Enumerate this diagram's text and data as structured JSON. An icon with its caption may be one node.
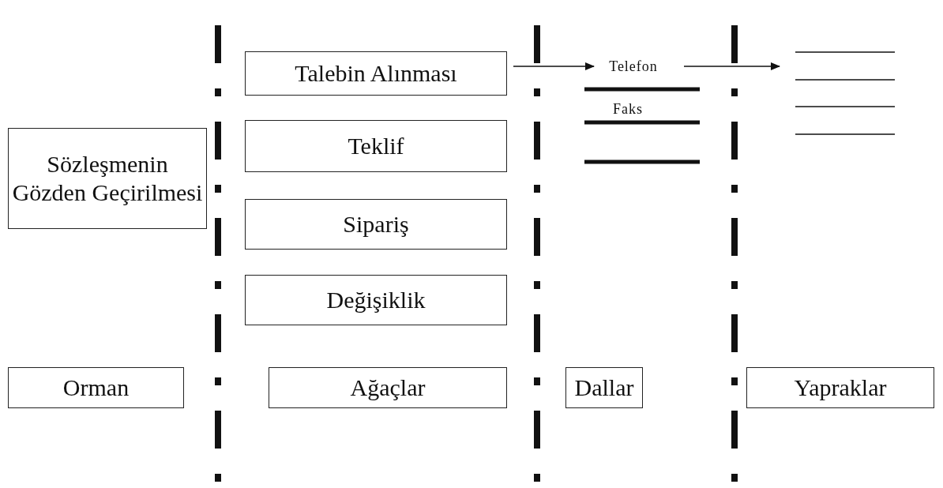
{
  "diagram": {
    "nodes": [
      {
        "text": [
          "Talebin Alınması"
        ]
      },
      {
        "text": [
          "Telefon"
        ]
      },
      {
        "text": [],
        "shape": "lines"
      },
      {
        "text": [
          "Faks"
        ]
      },
      {
        "text": [
          "Sözleşmenin Gözden Geçirilmesi"
        ]
      },
      {
        "text": [
          "Teklif"
        ]
      },
      {
        "text": [
          "Sipariş"
        ]
      },
      {
        "text": [
          "Değişiklik"
        ]
      },
      {
        "text": [
          "Orman"
        ]
      },
      {
        "text": [
          "Ağaçlar"
        ]
      },
      {
        "text": [
          "Dallar"
        ]
      },
      {
        "text": [
          "Yapraklar"
        ]
      }
    ],
    "edges": [
      {
        "from": 0,
        "to": 1,
        "arrow": "to"
      },
      {
        "from": 1,
        "to": 2,
        "arrow": "to"
      }
    ]
  }
}
